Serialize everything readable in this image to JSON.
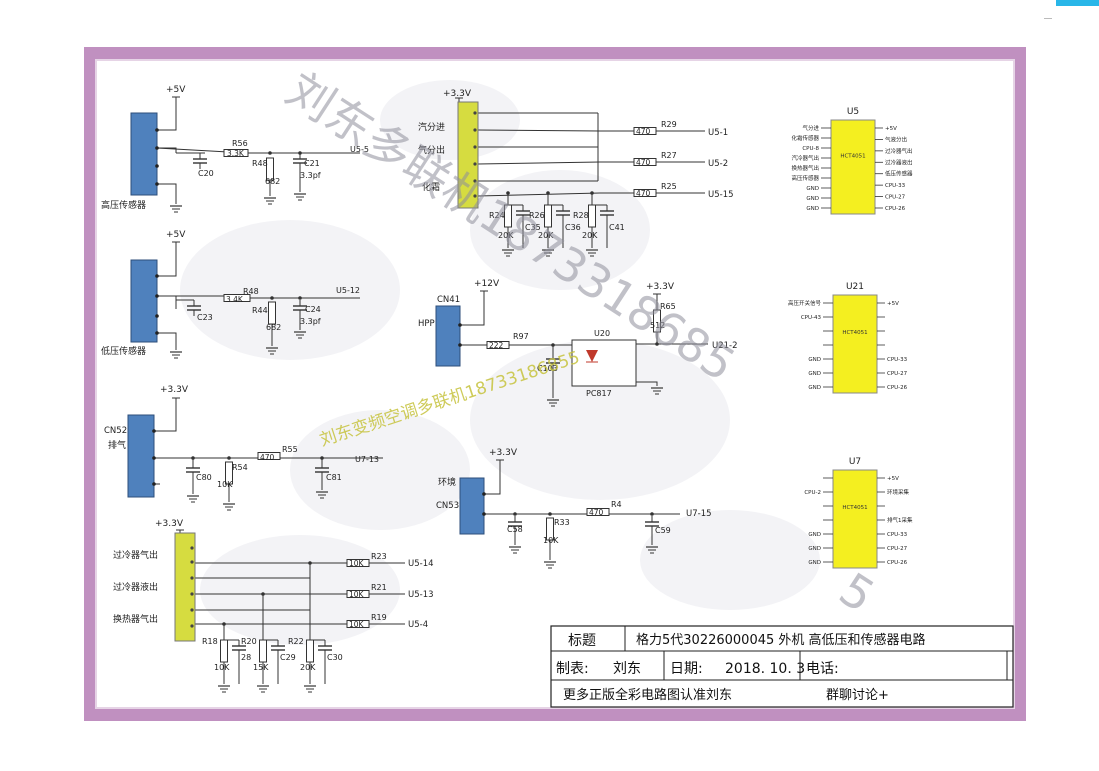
{
  "colors": {
    "frame": "#c090c0",
    "frame_inner": "#e6d4e6",
    "connector_blue": "#4f81bd",
    "connector_green": "#d6dc40",
    "ic_yellow": "#f4ef20",
    "wire": "#333333",
    "watermark_gray": "#8e8e9a",
    "watermark_yellow": "#c6c23c"
  },
  "watermarks": {
    "main": "刘东多联机1873318685",
    "tail": "5",
    "secondary": "刘东变频空调多联机18733186855"
  },
  "sensors": {
    "hp": {
      "supply": "+5V",
      "label": "高压传感器",
      "r_series": "R56",
      "r_series_val": "3.3K",
      "r_pull": "R48",
      "r_pull_val": "682",
      "c_in": "C20",
      "c_out": "C21",
      "c_out_val": "3.3pf",
      "net": "U5-5"
    },
    "lp": {
      "supply": "+5V",
      "label": "低压传感器",
      "r_series": "R48",
      "r_series_val": "3.4K",
      "r_pull": "R44",
      "r_pull_val": "682",
      "c_in": "C23",
      "c_out": "C24",
      "c_out_val": "3.3pf",
      "net": "U5-12"
    },
    "exhaust": {
      "supply": "+3.3V",
      "connector": "CN52",
      "label": "排气",
      "c1": "C80",
      "r_pull": "R54",
      "r_pull_val": "10K",
      "r_series": "R55",
      "r_series_val": "470",
      "c_out": "C81",
      "net": "U7-13"
    }
  },
  "gas_sensors": {
    "supply": "+3.3V",
    "pins": [
      "汽分进",
      "气分出",
      "化霜"
    ],
    "rows": [
      {
        "r": "R29",
        "val": "470",
        "net": "U5-1"
      },
      {
        "r": "R27",
        "val": "470",
        "net": "U5-2"
      },
      {
        "r": "R25",
        "val": "470",
        "net": "U5-15"
      }
    ],
    "pulls": [
      {
        "r": "R24",
        "val": "20K",
        "c": "C35"
      },
      {
        "r": "R26",
        "val": "20K",
        "c": "C36"
      },
      {
        "r": "R28",
        "val": "20K",
        "c": "C41"
      }
    ]
  },
  "hpp": {
    "supply": "+12V",
    "connector": "CN41",
    "label": "HPP",
    "r": "R97",
    "r_val": "222",
    "c": "C103",
    "opto": "PC817",
    "opto_ref": "U20",
    "pull_supply": "+3.3V",
    "r_pull": "R65",
    "r_pull_val": "512",
    "net": "U21-2"
  },
  "ambient": {
    "supply": "+3.3V",
    "connector": "CN53",
    "label": "环境",
    "c1": "C58",
    "r_pull": "R33",
    "r_pull_val": "10K",
    "r_series": "R4",
    "r_series_val": "470",
    "c_out": "C59",
    "net": "U7-15"
  },
  "subcool": {
    "supply": "+3.3V",
    "pins": [
      "过冷器气出",
      "过冷器液出",
      "换热器气出"
    ],
    "rows": [
      {
        "r": "R23",
        "val": "10K",
        "net": "U5-14"
      },
      {
        "r": "R21",
        "val": "10K",
        "net": "U5-13"
      },
      {
        "r": "R19",
        "val": "10K",
        "net": "U5-4"
      }
    ],
    "pulls": [
      {
        "r": "R18",
        "val": "10K",
        "c": "28"
      },
      {
        "r": "R20",
        "val": "15K",
        "c": "C29"
      },
      {
        "r": "R22",
        "val": "20K",
        "c": "C30"
      }
    ]
  },
  "ics": [
    {
      "ref": "U5",
      "part": "HCT4051",
      "left": [
        "气分进",
        "化霜传感器",
        "CPU-8",
        "汽冷器气出",
        "换热器气出",
        "高压传感器",
        "GND",
        "GND",
        "GND"
      ],
      "right": [
        "+5V",
        "气液分出",
        "过冷器气出",
        "过冷器液出",
        "低压传感器",
        "CPU-33",
        "CPU-27",
        "CPU-26"
      ]
    },
    {
      "ref": "U21",
      "part": "HCT4051",
      "left": [
        "高压开关信号",
        "CPU-43",
        "",
        "",
        "GND",
        "GND",
        "GND"
      ],
      "right": [
        "+5V",
        "",
        "",
        "",
        "CPU-33",
        "CPU-27",
        "CPU-26"
      ]
    },
    {
      "ref": "U7",
      "part": "HCT4051",
      "left": [
        "",
        "CPU-2",
        "",
        "",
        "GND",
        "GND",
        "GND"
      ],
      "right": [
        "+5V",
        "环境采集",
        "",
        "排气1采集",
        "CPU-33",
        "CPU-27",
        "CPU-26"
      ]
    }
  ],
  "title_block": {
    "title_label": "标题",
    "title_value": "格力5代30226000045 外机 高低压和传感器电路",
    "maker_label": "制表:",
    "maker_value": "刘东",
    "date_label": "日期:",
    "date_value": "2018. 10. 3",
    "phone_label": "电话:",
    "footer_left": "更多正版全彩电路图认准刘东",
    "footer_right": "群聊讨论+"
  }
}
